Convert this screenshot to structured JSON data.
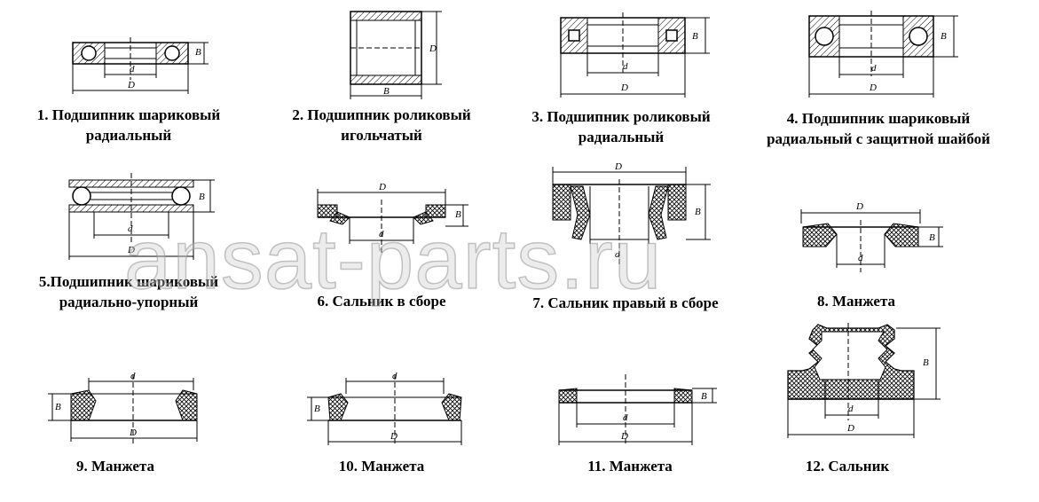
{
  "watermark": "ansat-parts.ru",
  "dims": {
    "d": "d",
    "D": "D",
    "B": "B"
  },
  "items": [
    {
      "line1": "1. Подшипник шариковый",
      "line2": "радиальный"
    },
    {
      "line1": "2. Подшипник роликовый",
      "line2": "игольчатый"
    },
    {
      "line1": "3. Подшипник роликовый",
      "line2": "радиальный"
    },
    {
      "line1": "4. Подшипник шариковый",
      "line2": "радиальный с защитной шайбой"
    },
    {
      "line1": "5.Подшипник шариковый",
      "line2": "радиально-упорный"
    },
    {
      "line1": "6. Сальник в сборе"
    },
    {
      "line1": "7. Сальник правый в сборе"
    },
    {
      "line1": "8. Манжета"
    },
    {
      "line1": "9. Манжета"
    },
    {
      "line1": "10. Манжета"
    },
    {
      "line1": "11. Манжета"
    },
    {
      "line1": "12. Сальник"
    }
  ]
}
